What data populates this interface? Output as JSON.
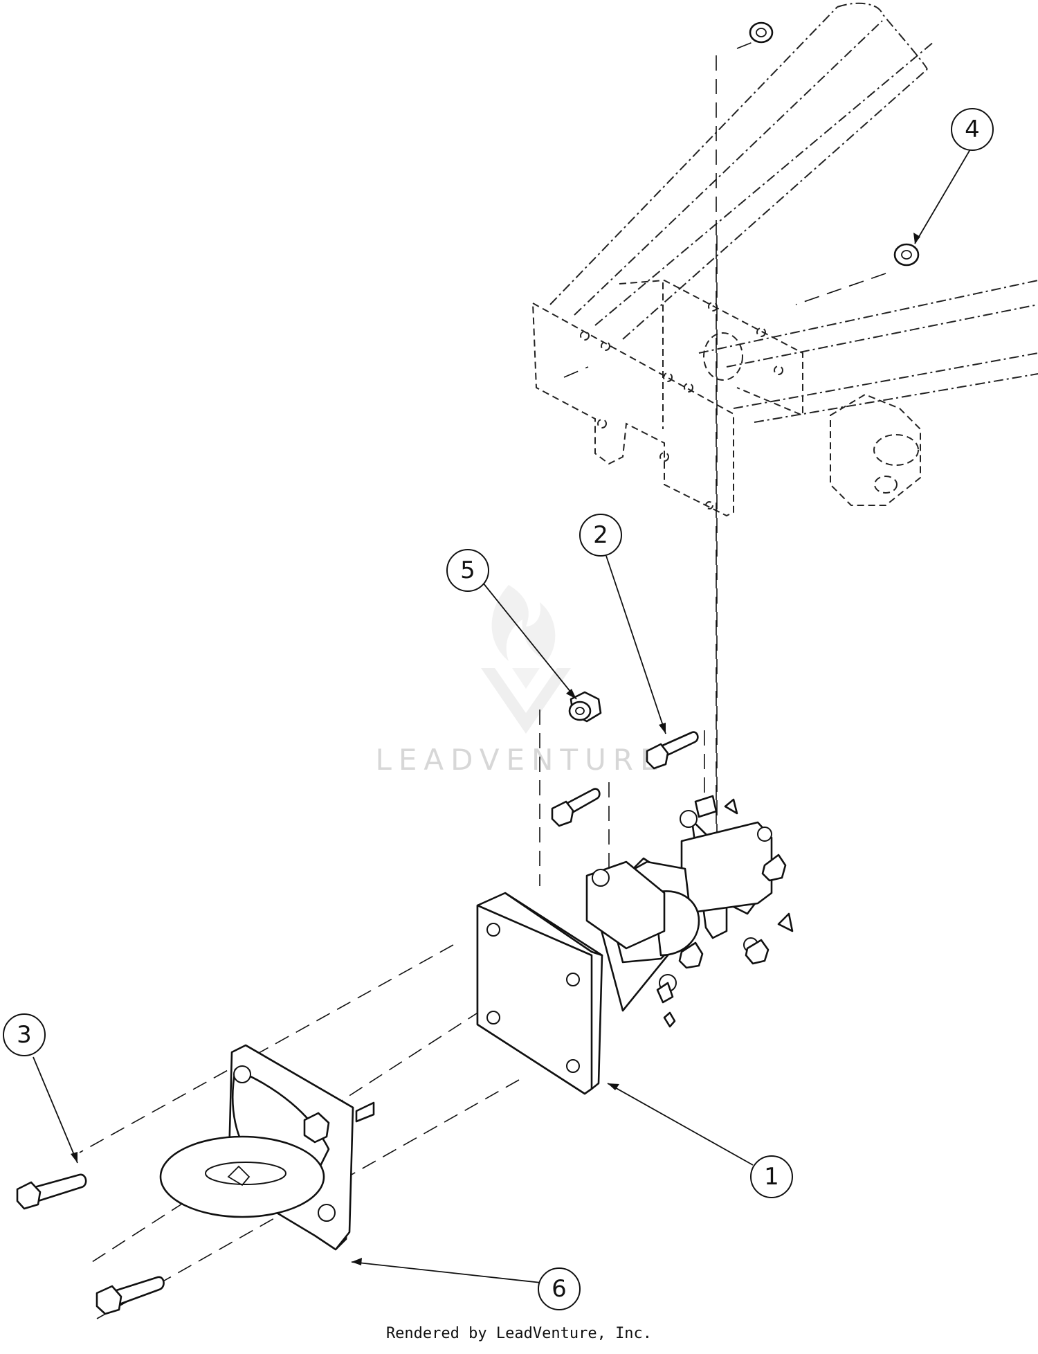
{
  "diagram": {
    "callouts": [
      {
        "id": "callout-1",
        "label": "1"
      },
      {
        "id": "callout-2",
        "label": "2"
      },
      {
        "id": "callout-3",
        "label": "3"
      },
      {
        "id": "callout-4",
        "label": "4"
      },
      {
        "id": "callout-5",
        "label": "5"
      },
      {
        "id": "callout-6",
        "label": "6"
      }
    ],
    "watermark": "LEADVENTURE",
    "footer": "Rendered by LeadVenture, Inc."
  }
}
